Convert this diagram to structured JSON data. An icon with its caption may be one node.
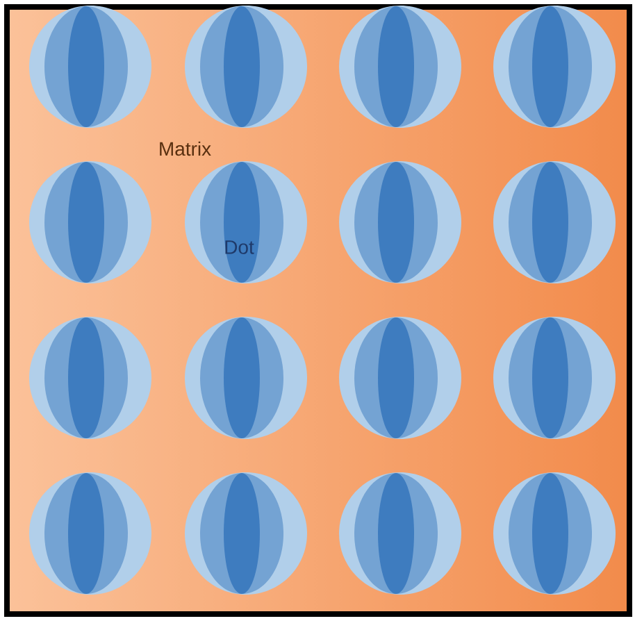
{
  "diagram": {
    "nodes": [
      {
        "text": [
          "Matrix"
        ]
      },
      {
        "text": [],
        "shape": "circle",
        "in": 0
      },
      {
        "text": [],
        "shape": "circle",
        "in": 0
      },
      {
        "text": [],
        "shape": "circle",
        "in": 0
      },
      {
        "text": [],
        "shape": "circle",
        "in": 0
      },
      {
        "text": [],
        "shape": "circle",
        "in": 0
      },
      {
        "text": [
          "Dot"
        ],
        "in": 0
      },
      {
        "text": [],
        "shape": "circle",
        "in": 0
      },
      {
        "text": [],
        "shape": "circle",
        "in": 0
      },
      {
        "text": [],
        "shape": "circle",
        "in": 0
      },
      {
        "text": [],
        "shape": "circle",
        "in": 0
      },
      {
        "text": [],
        "shape": "circle",
        "in": 0
      },
      {
        "text": [],
        "shape": "circle",
        "in": 0
      },
      {
        "text": [],
        "shape": "circle",
        "in": 0
      },
      {
        "text": [],
        "shape": "circle",
        "in": 0
      },
      {
        "text": [],
        "shape": "circle",
        "in": 0
      },
      {
        "text": [],
        "shape": "circle",
        "in": 0
      }
    ]
  }
}
